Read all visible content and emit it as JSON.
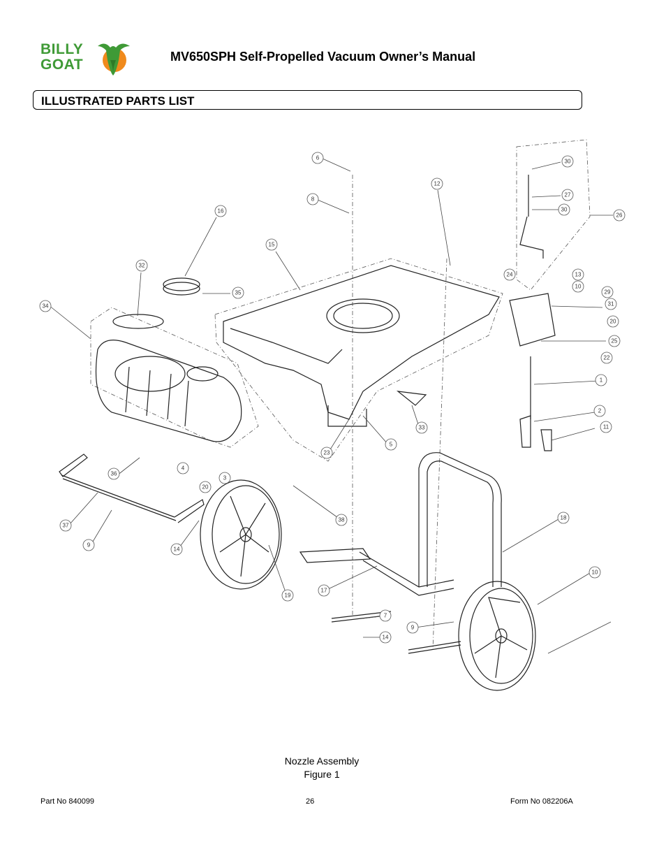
{
  "header": {
    "brand_line1": "BILLY",
    "brand_line2": "GOAT",
    "title": "MV650SPH Self-Propelled Vacuum Owner’s Manual"
  },
  "section": {
    "title": "ILLUSTRATED PARTS LIST"
  },
  "diagram": {
    "callouts": [
      "6",
      "8",
      "16",
      "15",
      "12",
      "30",
      "27",
      "30",
      "26",
      "32",
      "35",
      "34",
      "24",
      "13",
      "10",
      "29",
      "31",
      "20",
      "25",
      "22",
      "1",
      "2",
      "11",
      "33",
      "23",
      "5",
      "4",
      "20",
      "3",
      "38",
      "36",
      "37",
      "9",
      "14",
      "19",
      "17",
      "18",
      "10",
      "7",
      "14",
      "9"
    ]
  },
  "caption": {
    "line1": "Nozzle Assembly",
    "line2": "Figure 1"
  },
  "footer": {
    "left": "Part No 840099",
    "center": "26",
    "right": "Form No 082206A"
  },
  "colors": {
    "brand_green": "#3f9a36",
    "brand_orange": "#f08a1c"
  }
}
